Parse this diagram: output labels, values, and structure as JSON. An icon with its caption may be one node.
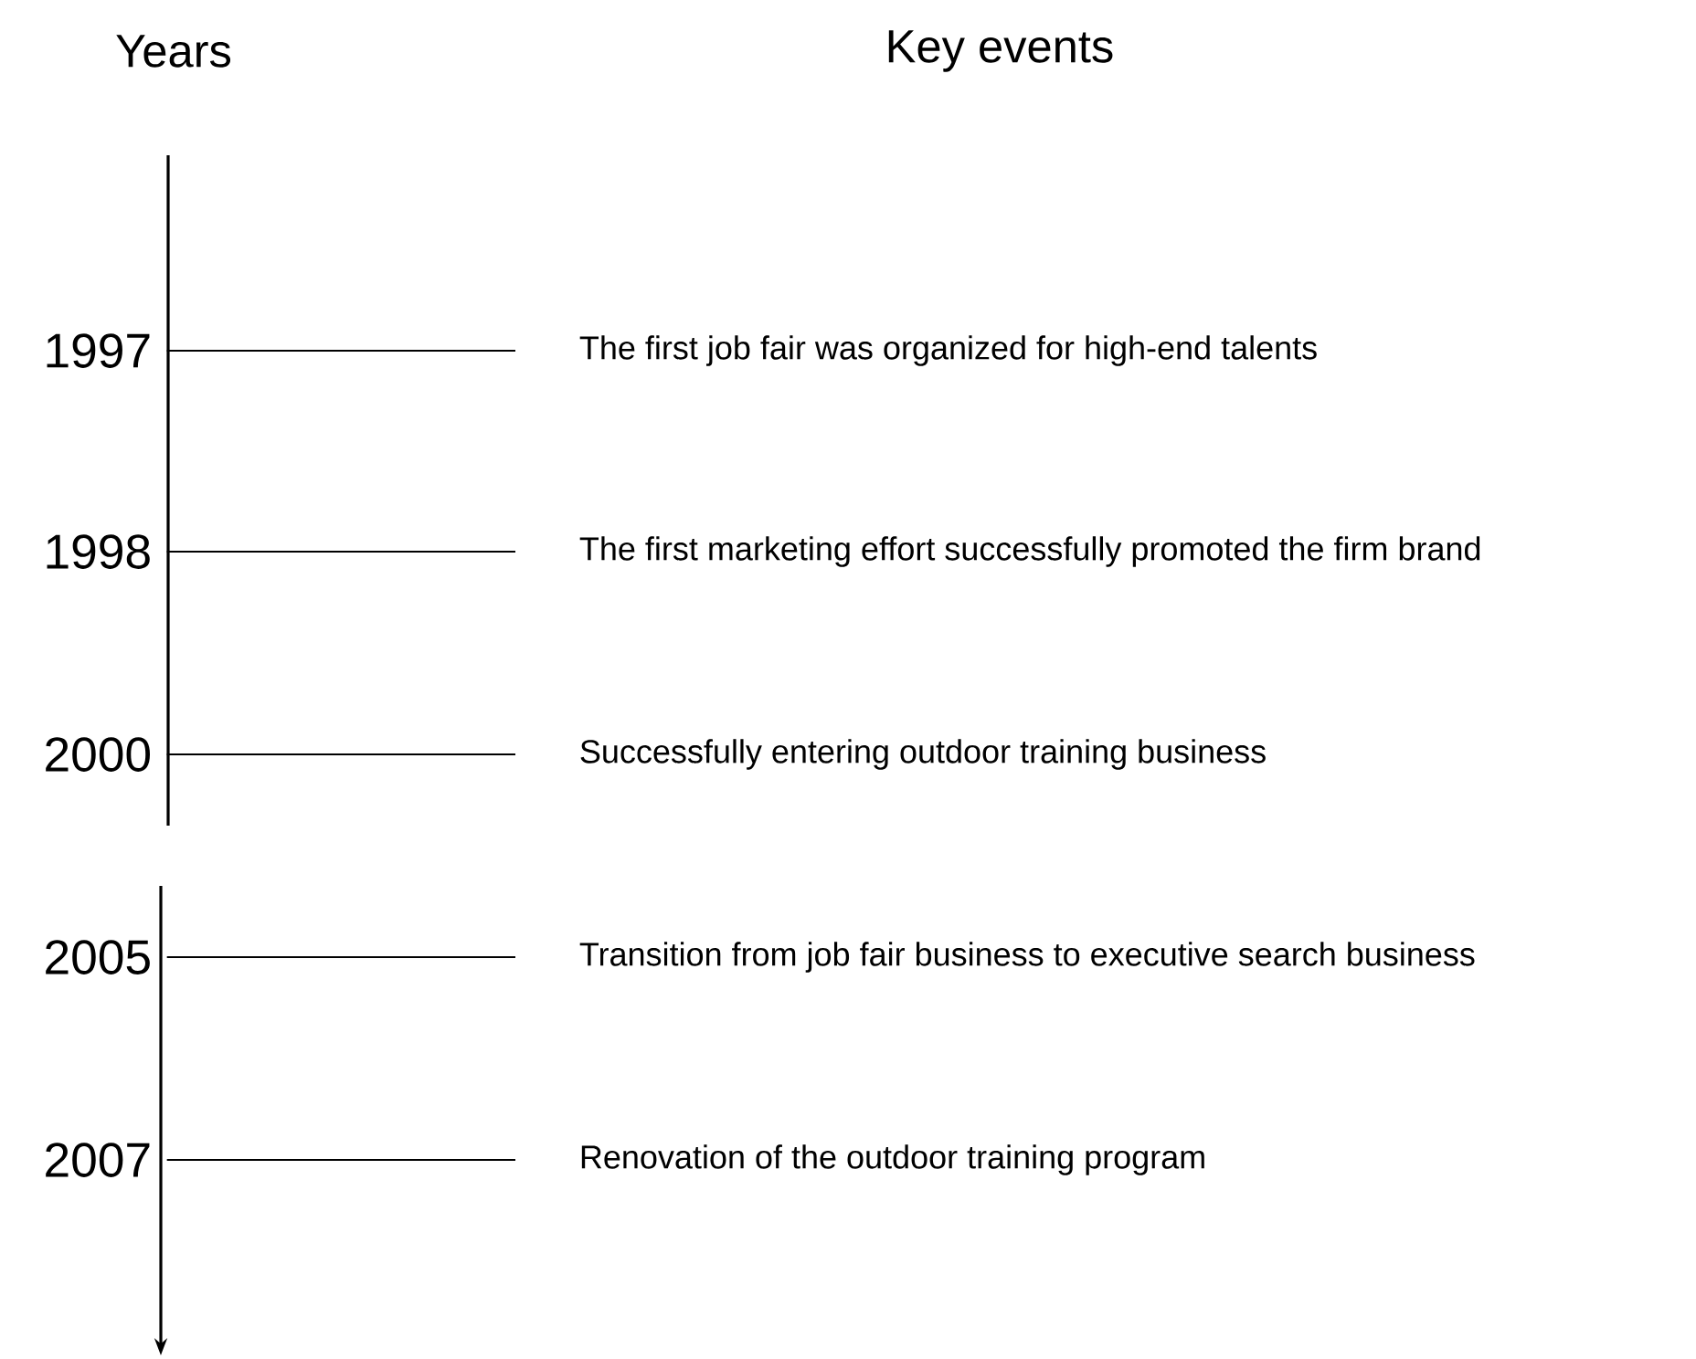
{
  "diagram": {
    "nodes": [
      {
        "text": [
          "1997"
        ]
      },
      {
        "text": [
          "1998"
        ]
      },
      {
        "text": [
          "2000"
        ]
      },
      {
        "text": [
          "2005"
        ]
      },
      {
        "text": [
          "2007"
        ]
      },
      {
        "text": [
          "The first job fair was organized  for high-end talents"
        ]
      },
      {
        "text": [
          "The first marketing effort successfully promoted the firm brand"
        ]
      },
      {
        "text": [
          "Successfully entering outdoor training business"
        ]
      },
      {
        "text": [
          "Transition from job fair business to executive search business"
        ]
      },
      {
        "text": [
          "Renovation of the outdoor training program"
        ]
      }
    ],
    "edges": [
      {
        "from": 0,
        "to": 5,
        "arrow": "none"
      },
      {
        "from": 1,
        "to": 6,
        "arrow": "none"
      },
      {
        "from": 2,
        "to": 7,
        "arrow": "none"
      },
      {
        "from": 3,
        "to": 8,
        "arrow": "none"
      },
      {
        "from": 4,
        "to": 9,
        "arrow": "none"
      }
    ],
    "labels": [
      "Years",
      "Key events"
    ]
  }
}
